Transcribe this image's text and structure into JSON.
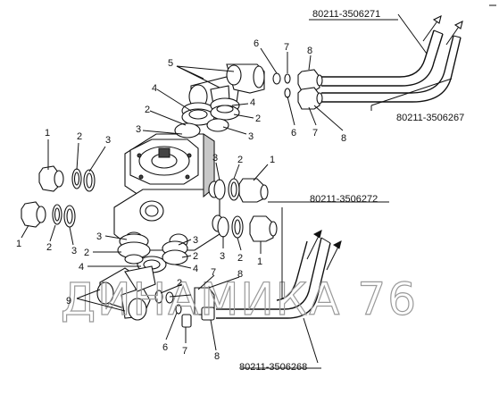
{
  "part_numbers": [
    {
      "id": "pn-1",
      "text": "80211-3506271"
    },
    {
      "id": "pn-2",
      "text": "80211-3506267"
    },
    {
      "id": "pn-3",
      "text": "80211-3506272"
    },
    {
      "id": "pn-4",
      "text": "80211-3506268"
    }
  ],
  "watermark": "ДИНАМИКА 76",
  "callouts": {
    "c1a": "1",
    "c1b": "1",
    "c1c": "1",
    "c1d": "1",
    "c2a": "2",
    "c2b": "2",
    "c2c": "2",
    "c2d": "2",
    "c2e": "2",
    "c2f": "2",
    "c2g": "2",
    "c2h": "2",
    "c2i": "2",
    "c3a": "3",
    "c3b": "3",
    "c3c": "3",
    "c3d": "3",
    "c3e": "3",
    "c3f": "3",
    "c3g": "3",
    "c3h": "3",
    "c4a": "4",
    "c4b": "4",
    "c4c": "4",
    "c4d": "4",
    "c5a": "5",
    "c6a": "6",
    "c6b": "6",
    "c6c": "6",
    "c7a": "7",
    "c7b": "7",
    "c7c": "7",
    "c7d": "7",
    "c8a": "8",
    "c8b": "8",
    "c8c": "8",
    "c8d": "8",
    "c9a": "9"
  }
}
